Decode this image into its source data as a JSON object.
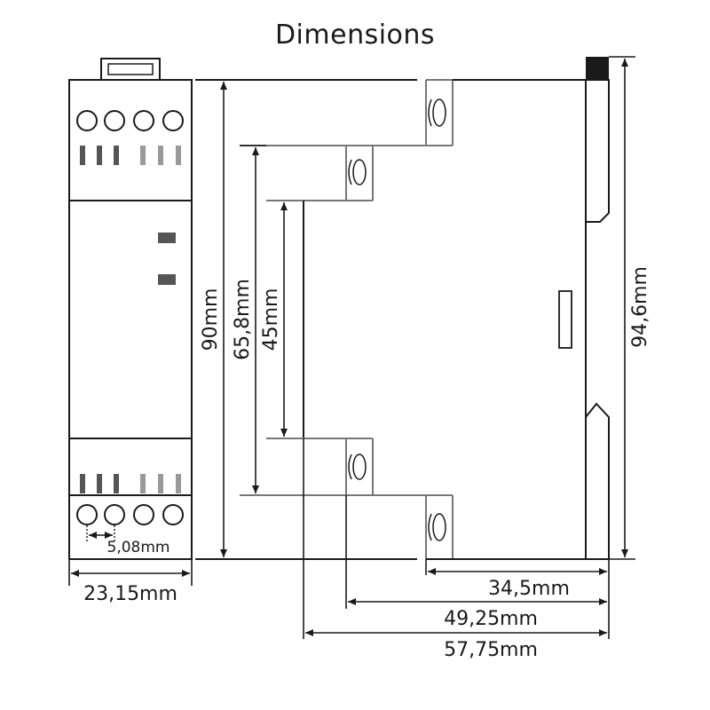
{
  "title": "Dimensions",
  "dimensions": {
    "height_body": "90mm",
    "height_clip_outer": "65,8mm",
    "height_clip_inner": "45mm",
    "height_total": "94,6mm",
    "width_front": "23,15mm",
    "terminal_pitch": "5,08mm",
    "depth_1": "34,5mm",
    "depth_2": "49,25mm",
    "depth_3": "57,75mm"
  },
  "colors": {
    "line": "#1a1a1a",
    "grey": "#777777",
    "tab": "#555555"
  }
}
